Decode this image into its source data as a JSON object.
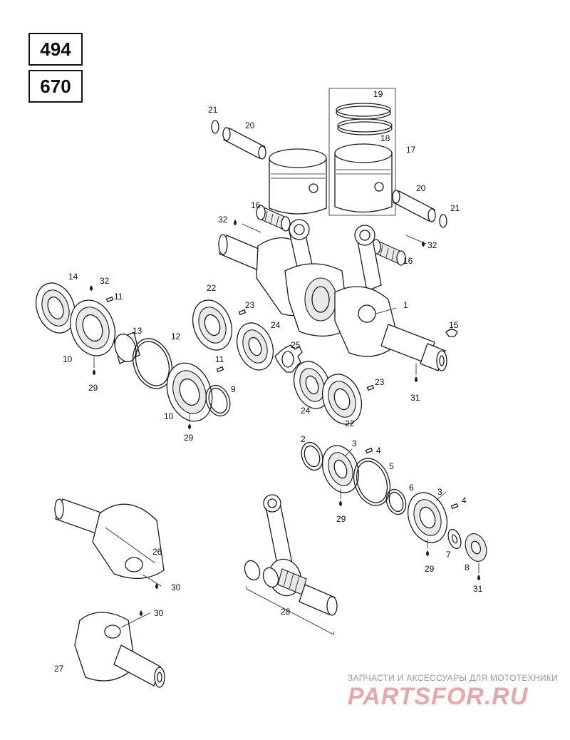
{
  "header": {
    "code_top": "494",
    "code_bottom": "670"
  },
  "callouts": {
    "c1": "1",
    "c2": "2",
    "c3a": "3",
    "c3b": "3",
    "c4a": "4",
    "c4b": "4",
    "c5": "5",
    "c6": "6",
    "c7": "7",
    "c8": "8",
    "c9": "9",
    "c10a": "10",
    "c10b": "10",
    "c11a": "11",
    "c11b": "11",
    "c12": "12",
    "c13": "13",
    "c14": "14",
    "c15": "15",
    "c16a": "16",
    "c16b": "16",
    "c17": "17",
    "c18": "18",
    "c19": "19",
    "c20a": "20",
    "c20b": "20",
    "c21a": "21",
    "c21b": "21",
    "c22a": "22",
    "c22b": "22",
    "c23a": "23",
    "c23b": "23",
    "c24a": "24",
    "c24b": "24",
    "c25": "25",
    "c26": "26",
    "c27": "27",
    "c28": "28",
    "c29a": "29",
    "c29b": "29",
    "c29c": "29",
    "c29d": "29",
    "c30a": "30",
    "c30b": "30",
    "c31a": "31",
    "c31b": "31",
    "c32a": "32",
    "c32b": "32",
    "c32c": "32"
  },
  "watermark": {
    "text": "ЗАПЧАСТИ И АКСЕССУАРЫ ДЛЯ МОТОТЕХНИКИ",
    "logo": "PARTSFOR.RU"
  },
  "colors": {
    "line": "#1a1a1a",
    "watermark_logo": "#e8a8a8",
    "watermark_text": "#9a9a9a"
  }
}
